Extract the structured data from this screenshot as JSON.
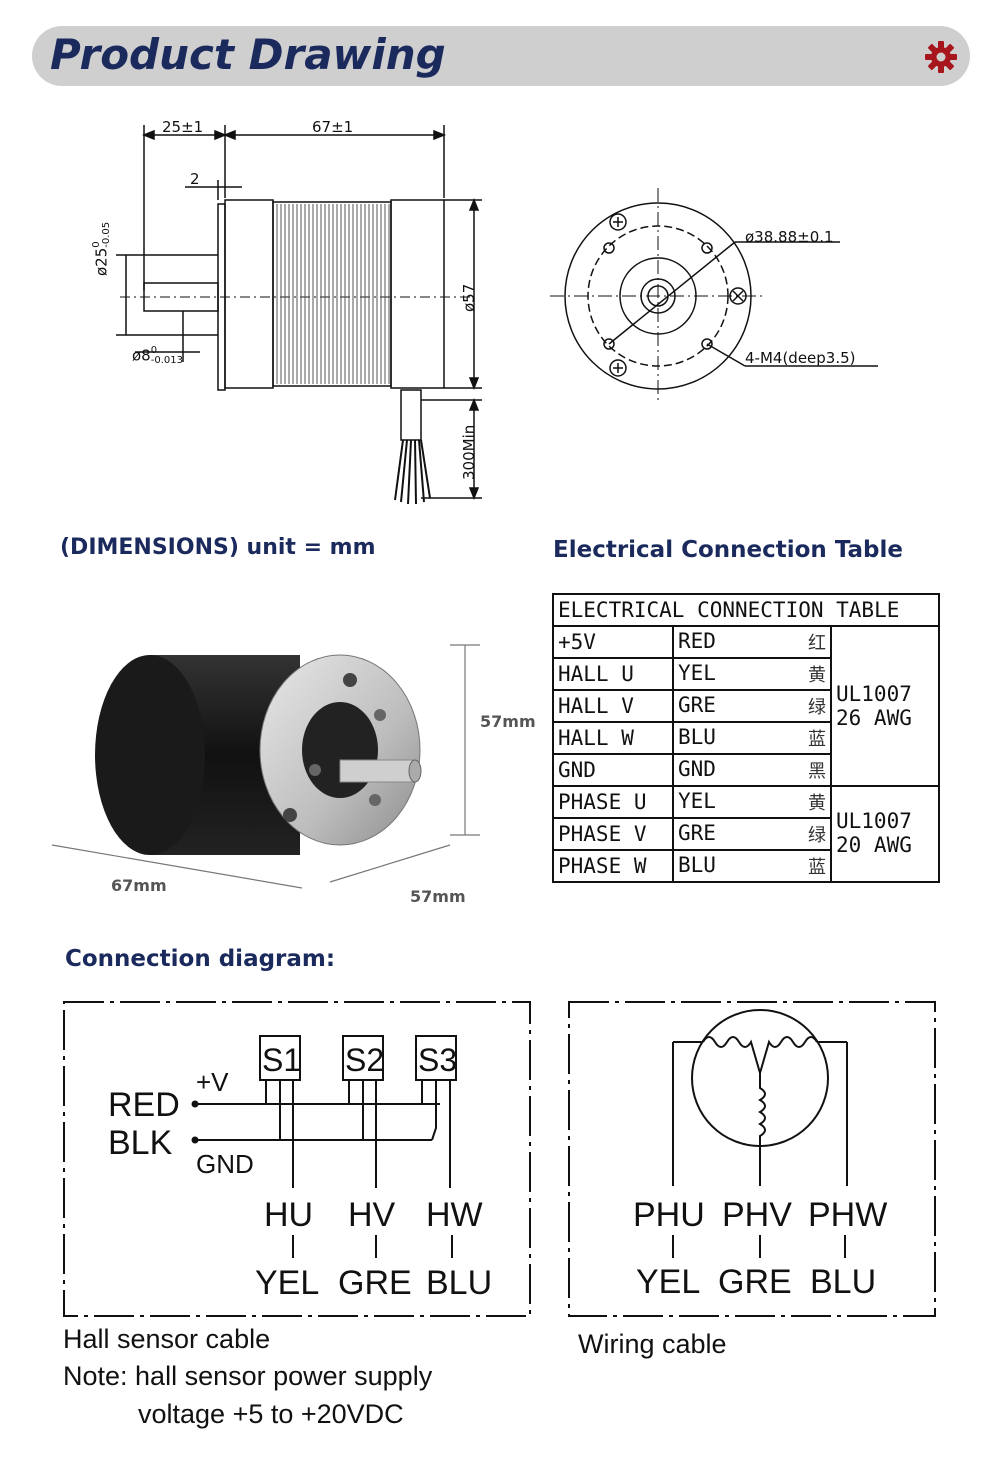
{
  "header": {
    "title": "Product Drawing",
    "icon": "gear-icon",
    "accent": "#a8161d",
    "bar_color": "#cfcfd0",
    "title_color": "#1b2a5c"
  },
  "drawing": {
    "dim_shaft_len": "25±1",
    "dim_body_len": "67±1",
    "dim_step": "2",
    "dim_boss_dia": "ø25",
    "dim_boss_tol_upper": "0",
    "dim_boss_tol_lower": "-0.05",
    "dim_shaft_dia": "ø8",
    "dim_shaft_tol_upper": "0",
    "dim_shaft_tol_lower": "-0.013",
    "dim_body_dia": "ø57",
    "dim_cable_len": "300Min",
    "dim_bolt_circle": "ø38.88±0.1",
    "dim_holes": "4-M4(deep3.5)"
  },
  "labels": {
    "dimensions": "(DIMENSIONS)  unit = mm",
    "electrical": "Electrical Connection Table",
    "connection": "Connection diagram:"
  },
  "photo": {
    "height": "57mm",
    "length": "67mm",
    "width": "57mm"
  },
  "table": {
    "title": "ELECTRICAL CONNECTION TABLE",
    "rows": [
      {
        "signal": "+5V",
        "color": "RED",
        "cn": "红"
      },
      {
        "signal": "HALL  U",
        "color": "YEL",
        "cn": "黄"
      },
      {
        "signal": "HALL  V",
        "color": "GRE",
        "cn": "绿"
      },
      {
        "signal": "HALL  W",
        "color": "BLU",
        "cn": "蓝"
      },
      {
        "signal": "GND",
        "color": "GND",
        "cn": "黑"
      },
      {
        "signal": "PHASE  U",
        "color": "YEL",
        "cn": "黄"
      },
      {
        "signal": "PHASE  V",
        "color": "GRE",
        "cn": "绿"
      },
      {
        "signal": "PHASE  W",
        "color": "BLU",
        "cn": "蓝"
      }
    ],
    "wire_hall_1": "UL1007",
    "wire_hall_2": "26  AWG",
    "wire_phase_1": "UL1007",
    "wire_phase_2": "20  AWG"
  },
  "hall_diagram": {
    "red": "RED",
    "blk": "BLK",
    "vplus": "+V",
    "gnd": "GND",
    "s1": "S1",
    "s2": "S2",
    "s3": "S3",
    "hu": "HU",
    "hv": "HV",
    "hw": "HW",
    "yel": "YEL",
    "gre": "GRE",
    "blu": "BLU"
  },
  "phase_diagram": {
    "phu": "PHU",
    "phv": "PHV",
    "phw": "PHW",
    "yel": "YEL",
    "gre": "GRE",
    "blu": "BLU"
  },
  "captions": {
    "hall_cable": "Hall sensor cable",
    "note_line1": "Note: hall sensor power supply",
    "note_line2": "voltage +5 to +20VDC",
    "wiring": "Wiring cable"
  }
}
